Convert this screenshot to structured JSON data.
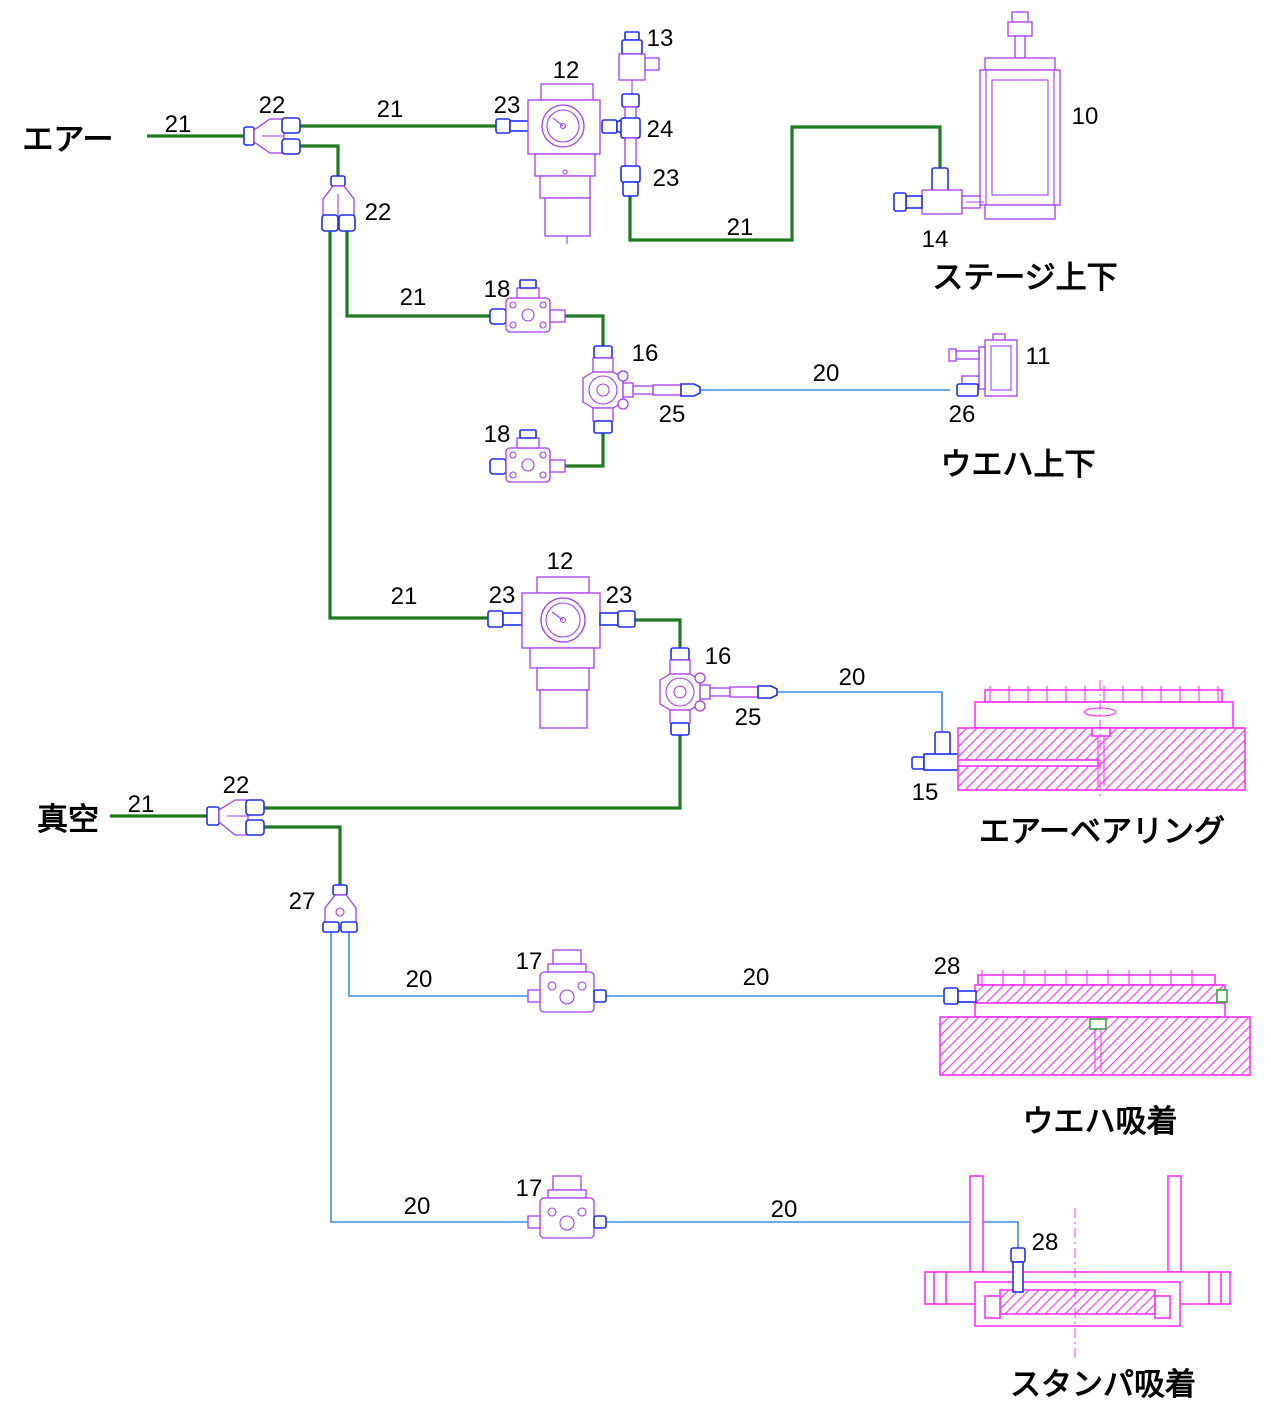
{
  "sources": {
    "air": "エアー",
    "vacuum": "真空"
  },
  "outputs": {
    "stage_up_down": "ステージ上下",
    "wafer_up_down": "ウエハ上下",
    "air_bearing": "エアーベアリング",
    "wafer_suction": "ウエハ吸着",
    "stamper_suction": "スタンパ吸着"
  },
  "callouts": [
    "21",
    "22",
    "21",
    "23",
    "12",
    "13",
    "24",
    "23",
    "10",
    "22",
    "21",
    "14",
    "21",
    "18",
    "16",
    "20",
    "11",
    "25",
    "26",
    "18",
    "12",
    "21",
    "23",
    "23",
    "16",
    "20",
    "25",
    "22",
    "21",
    "15",
    "27",
    "17",
    "28",
    "20",
    "20",
    "17",
    "20",
    "20",
    "28"
  ],
  "colors": {
    "air_tube": "#1e7b1e",
    "vacuum_tube": "#3a8ee6",
    "component": "#a63cf5",
    "fitting": "#1f2ff0",
    "stage_parts": "#ff30ff",
    "plug": "#2aa02a"
  }
}
